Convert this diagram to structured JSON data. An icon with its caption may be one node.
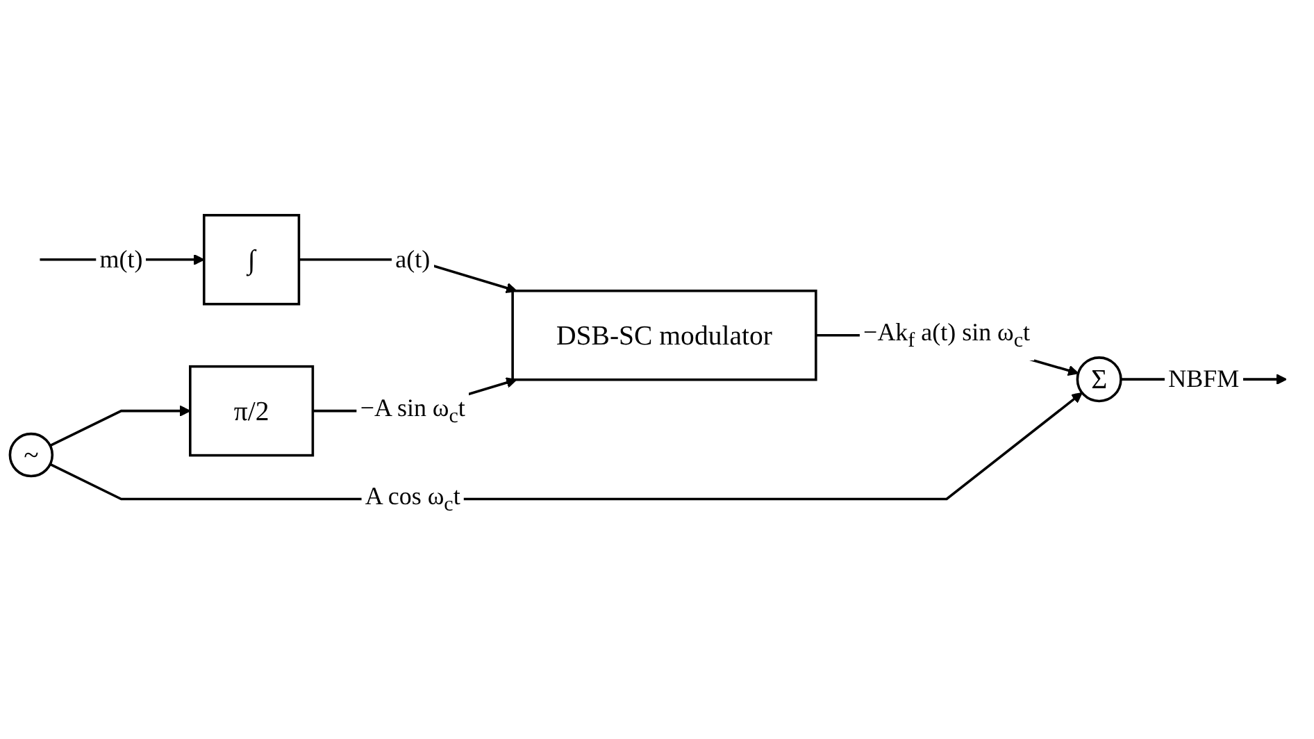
{
  "diagram": {
    "nodes": [
      {
        "text": [
          "∫"
        ]
      },
      {
        "text": [
          "DSB-SC modulator"
        ]
      },
      {
        "text": [
          "Σ"
        ]
      },
      {
        "text": [
          "π/2"
        ]
      },
      {
        "text": [
          "~"
        ]
      }
    ],
    "edges": [
      {
        "from": null,
        "to": 0,
        "arrow": "to",
        "label": "m(t)"
      },
      {
        "from": 0,
        "to": 1,
        "arrow": "to",
        "label": "a(t)"
      },
      {
        "from": 1,
        "to": 2,
        "arrow": "to",
        "label": "−Ak$_{f}$ a(t) sin ω$_{c}$t"
      },
      {
        "from": 2,
        "to": null,
        "arrow": "to",
        "label": "NBFM"
      },
      {
        "from": 4,
        "to": 3,
        "arrow": "to"
      },
      {
        "from": 3,
        "to": 1,
        "arrow": "to",
        "label": "−A sin ω$_{c}$t"
      },
      {
        "from": 4,
        "to": 2,
        "arrow": "to",
        "label": "A cos ω$_{c}$t"
      }
    ]
  }
}
